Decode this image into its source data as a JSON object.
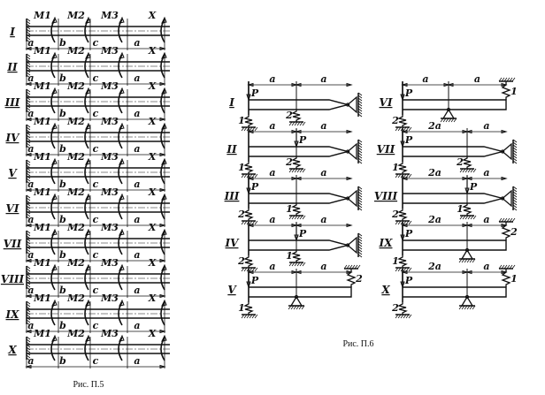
{
  "fig5": {
    "caption": "Рис. П.5",
    "moments": [
      "M1",
      "M2",
      "M3",
      "X"
    ],
    "dims": [
      "a",
      "b",
      "c",
      "a"
    ],
    "rows": [
      "I",
      "II",
      "III",
      "IV",
      "V",
      "VI",
      "VII",
      "VIII",
      "IX",
      "X"
    ]
  },
  "fig6": {
    "caption": "Рис. П.6",
    "load_label": "P",
    "rows": [
      {
        "label": "I",
        "dims": [
          "a",
          "a"
        ],
        "left_spring": "1",
        "mid": "spring",
        "mid_spring": "2",
        "load": "left",
        "right": "hinge"
      },
      {
        "label": "II",
        "dims": [
          "a",
          "a"
        ],
        "left_spring": "1",
        "mid": "spring",
        "mid_spring": "2",
        "load": "mid",
        "right": "hinge"
      },
      {
        "label": "III",
        "dims": [
          "a",
          "a"
        ],
        "left_spring": "2",
        "mid": "spring",
        "mid_spring": "1",
        "load": "left",
        "right": "hinge"
      },
      {
        "label": "IV",
        "dims": [
          "a",
          "a"
        ],
        "left_spring": "2",
        "mid": "spring",
        "mid_spring": "1",
        "load": "mid",
        "right": "hinge"
      },
      {
        "label": "V",
        "dims": [
          "a",
          "a"
        ],
        "left_spring": "1",
        "mid": "pin",
        "load": "left",
        "right": "spring",
        "right_spring": "2"
      },
      {
        "label": "VI",
        "dims": [
          "a",
          "a"
        ],
        "left_spring": "2",
        "mid": "pin",
        "load": "left",
        "right": "spring",
        "right_spring": "1"
      },
      {
        "label": "VII",
        "dims": [
          "2a",
          "a"
        ],
        "left_spring": "1",
        "mid": "spring",
        "mid_spring": "2",
        "load": "left",
        "right": "hinge"
      },
      {
        "label": "VIII",
        "dims": [
          "2a",
          "a"
        ],
        "left_spring": "2",
        "mid": "spring",
        "mid_spring": "1",
        "load": "mid",
        "right": "hinge"
      },
      {
        "label": "IX",
        "dims": [
          "2a",
          "a"
        ],
        "left_spring": "1",
        "mid": "pin",
        "load": "left",
        "right": "spring",
        "right_spring": "2"
      },
      {
        "label": "X",
        "dims": [
          "2a",
          "a"
        ],
        "left_spring": "2",
        "mid": "pin",
        "load": "left",
        "right": "spring",
        "right_spring": "1"
      }
    ]
  }
}
